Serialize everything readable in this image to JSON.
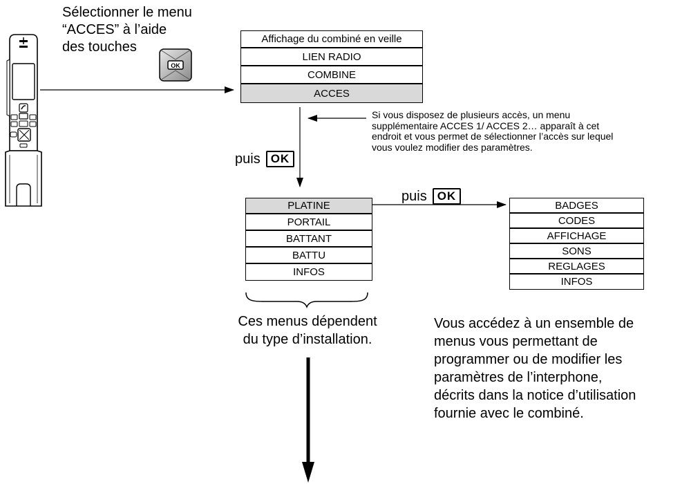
{
  "intro": {
    "lines": [
      "Sélectionner le menu",
      "“ACCES” à l’aide",
      "des touches"
    ],
    "key_label": "OK"
  },
  "main_menu": {
    "title": "Affichage du combiné en veille",
    "items": [
      "LIEN RADIO",
      "COMBINE",
      "ACCES"
    ],
    "selected": "ACCES"
  },
  "note": {
    "lines": [
      "Si vous disposez de plusieurs accès, un menu",
      "supplémentaire ACCES 1/ ACCES 2… apparaît à cet",
      "endroit et vous permet de sélectionner l’accès sur lequel",
      "vous voulez modifier des paramètres."
    ]
  },
  "puis_1": {
    "text": "puis",
    "key": "OK"
  },
  "puis_2": {
    "text": "puis",
    "key": "OK"
  },
  "install_menu": {
    "items": [
      "PLATINE",
      "PORTAIL",
      "BATTANT",
      "BATTU",
      "INFOS"
    ],
    "selected": "PLATINE"
  },
  "install_caption": {
    "lines": [
      "Ces menus dépendent",
      "du type d’installation."
    ]
  },
  "access_menu": {
    "items": [
      "BADGES",
      "CODES",
      "AFFICHAGE",
      "SONS",
      "REGLAGES",
      "INFOS"
    ]
  },
  "access_description": {
    "lines": [
      "Vous accédez à un ensemble de",
      "menus vous permettant de",
      "programmer ou de modifier les",
      "paramètres de l’interphone,",
      "décrits dans la notice d’utilisation",
      "fournie avec le combiné."
    ]
  },
  "colors": {
    "selected_fill": "#d9d9d9",
    "line": "#000000"
  }
}
